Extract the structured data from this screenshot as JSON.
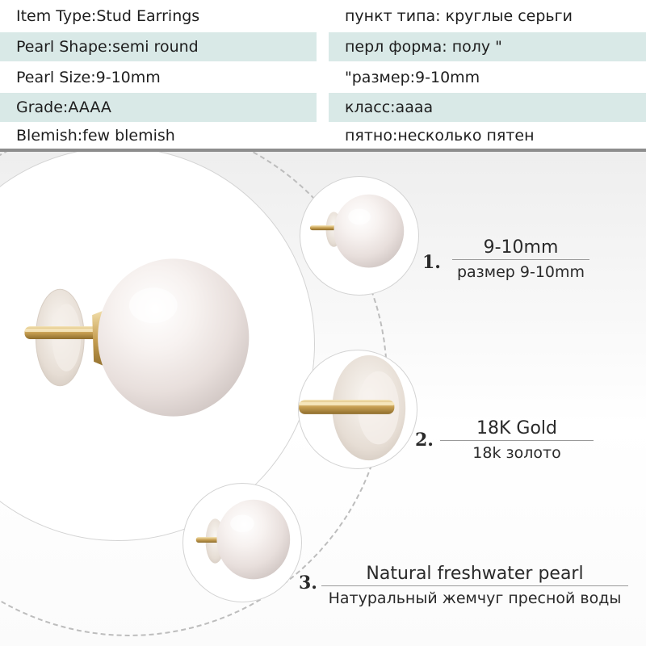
{
  "specs": {
    "rows": [
      {
        "en": "Item Type:Stud Earrings",
        "ru": "пункт типа: круглые серьги"
      },
      {
        "en": "Pearl Shape:semi round",
        "ru": "перл форма: полу \""
      },
      {
        "en": "Pearl Size:9-10mm",
        "ru": "\"размер:9-10mm"
      },
      {
        "en": "Grade:AAAA",
        "ru": "класс:аааа"
      },
      {
        "en": "Blemish:few blemish",
        "ru": "пятно:несколько пятен"
      }
    ]
  },
  "features": [
    {
      "number": "1.",
      "title": "9-10mm",
      "subtitle": "размер 9-10mm"
    },
    {
      "number": "2.",
      "title": "18K Gold",
      "subtitle": "18k золото"
    },
    {
      "number": "3.",
      "title": "Natural freshwater pearl",
      "subtitle": "Натуральный жемчуг пресной воды"
    }
  ],
  "colors": {
    "row_shade": "#d9e9e7",
    "divider": "#8d8d8d",
    "pearl": "#f6f1ee",
    "gold": "#d4b16a",
    "silicone_back": "#ece6e0"
  }
}
